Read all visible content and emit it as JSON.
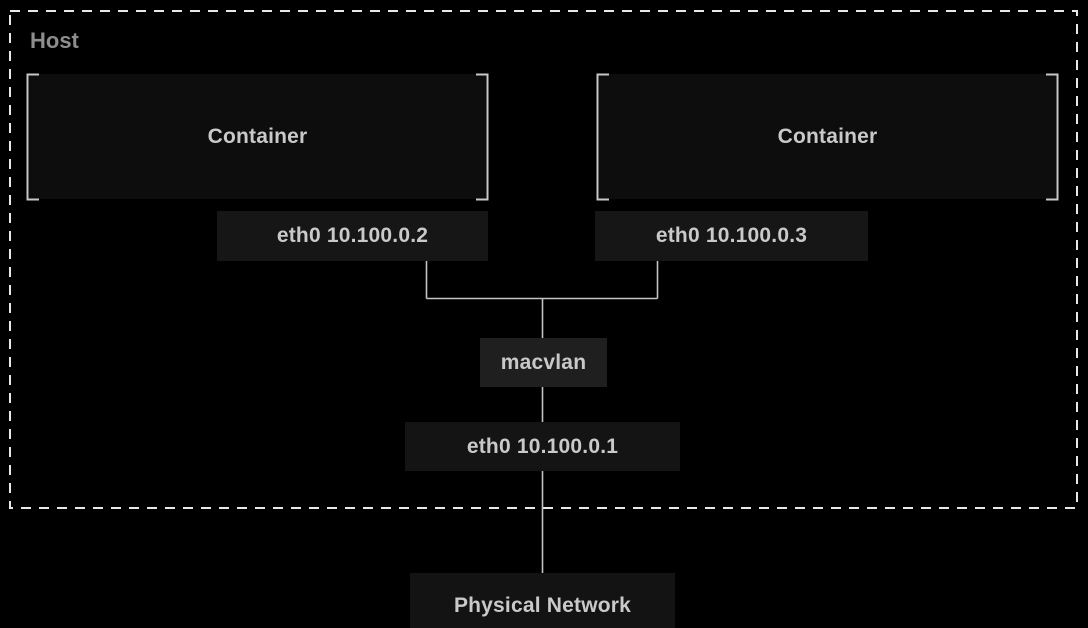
{
  "diagram": {
    "title_hint": "Docker macvlan network diagram",
    "host": {
      "label": "Host"
    },
    "containers": [
      {
        "label": "Container",
        "interface": {
          "label": "eth0 10.100.0.2"
        }
      },
      {
        "label": "Container",
        "interface": {
          "label": "eth0 10.100.0.3"
        }
      }
    ],
    "macvlan": {
      "label": "macvlan"
    },
    "host_interface": {
      "label": "eth0 10.100.0.1"
    },
    "physical_network": {
      "label": "Physical Network"
    },
    "colors": {
      "background": "#000000",
      "container_fill": "#0d0d0d",
      "interface_fill": "#161616",
      "macvlan_fill": "#1f1f1f",
      "host_interface_fill": "#141414",
      "physical_network_fill": "#131313",
      "text": "#c9c9c9",
      "host_label_text": "#8d8d8d",
      "connector_line": "#c4c4c4",
      "bracket": "#c8c8c8",
      "host_border": "#e8e8e8"
    }
  }
}
